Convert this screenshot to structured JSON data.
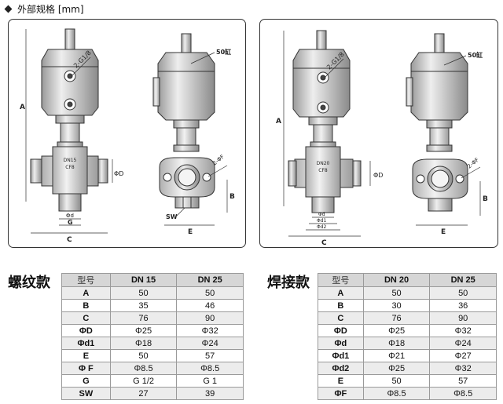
{
  "header": {
    "title": "外部规格 [mm]"
  },
  "left_panel": {
    "labels": {
      "port": "2-G1/8",
      "nameplate": "50缸",
      "A": "A",
      "B": "B",
      "C": "C",
      "D": "ΦD",
      "E": "E",
      "F": "2-ΦF",
      "G": "G",
      "SW": "SW",
      "d": "Φd",
      "body_size": "DN15",
      "body_mark": "CF8"
    }
  },
  "right_panel": {
    "labels": {
      "port": "2-G1/8",
      "nameplate": "50缸",
      "A": "A",
      "B": "B",
      "C": "C",
      "D": "ΦD",
      "E": "E",
      "F": "2-ΦF",
      "d": "Φd",
      "d1": "Φd1",
      "d2": "Φd2",
      "body_size": "DN20",
      "body_mark": "CF8"
    }
  },
  "threaded": {
    "title": "螺纹款",
    "headers": [
      "型号",
      "DN 15",
      "DN 25"
    ],
    "rows": [
      [
        "A",
        "50",
        "50"
      ],
      [
        "B",
        "35",
        "46"
      ],
      [
        "C",
        "76",
        "90"
      ],
      [
        "ΦD",
        "Φ25",
        "Φ32"
      ],
      [
        "Φd1",
        "Φ18",
        "Φ24"
      ],
      [
        "E",
        "50",
        "57"
      ],
      [
        "Φ F",
        "Φ8.5",
        "Φ8.5"
      ],
      [
        "G",
        "G 1/2",
        "G 1"
      ],
      [
        "SW",
        "27",
        "39"
      ]
    ]
  },
  "welded": {
    "title": "焊接款",
    "headers": [
      "型号",
      "DN 20",
      "DN 25"
    ],
    "rows": [
      [
        "A",
        "50",
        "50"
      ],
      [
        "B",
        "30",
        "36"
      ],
      [
        "C",
        "76",
        "90"
      ],
      [
        "ΦD",
        "Φ25",
        "Φ32"
      ],
      [
        "Φd",
        "Φ18",
        "Φ24"
      ],
      [
        "Φd1",
        "Φ21",
        "Φ27"
      ],
      [
        "Φd2",
        "Φ25",
        "Φ32"
      ],
      [
        "E",
        "50",
        "57"
      ],
      [
        "ΦF",
        "Φ8.5",
        "Φ8.5"
      ]
    ]
  }
}
